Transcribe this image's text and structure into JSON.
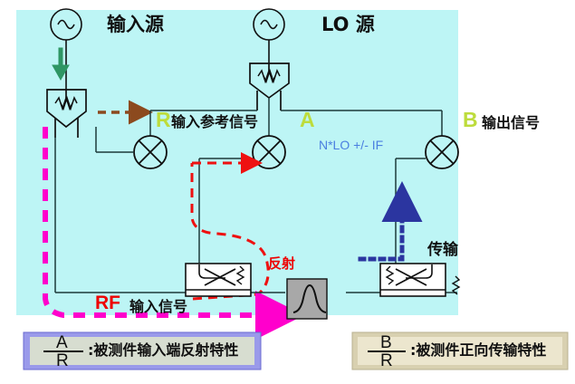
{
  "page": {
    "background": "#ffffff",
    "diagram_panel_color": "#bdf5f5",
    "top_clipped_text": ""
  },
  "colors": {
    "cyan_panel": "#bdf5f5",
    "wire": "#1d3a3a",
    "green_arrow": "#2e9664",
    "brown_arrow": "#8c4a1e",
    "red_dashed": "#ee1111",
    "magenta_dashed": "#ff00cc",
    "navy_dotted": "#2b35a0",
    "blue_text": "#4a7fe0",
    "yellow_green_label": "#bddc3c",
    "red_text": "#ee0000",
    "dut_box": "#a8a8a8",
    "legend_left_bg": "#9a9aea",
    "legend_left_inner": "#e8f0c8",
    "legend_right_bg": "#d8d0b0",
    "legend_right_inner": "#f5f0dc"
  },
  "sources": {
    "input_source": {
      "label": "输入源",
      "icon": "sine-source-icon"
    },
    "lo_source": {
      "label": "LO 源",
      "icon": "sine-source-icon"
    }
  },
  "receivers": {
    "r_channel": {
      "letter": "R",
      "label": "输入参考信号"
    },
    "a_channel": {
      "letter": "A",
      "note": "N*LO +/- IF"
    },
    "b_channel": {
      "letter": "B",
      "label": "输出信号"
    }
  },
  "paths": {
    "rf": {
      "letter": "RF",
      "label": "输入信号"
    },
    "reflection": {
      "label": "反射"
    },
    "transmission": {
      "label": "传输"
    }
  },
  "legend": {
    "left": {
      "numerator": "A",
      "denominator": "R",
      "text": ":被测件输入端反射特性"
    },
    "right": {
      "numerator": "B",
      "denominator": "R",
      "text": ":被测件正向传输特性"
    }
  }
}
